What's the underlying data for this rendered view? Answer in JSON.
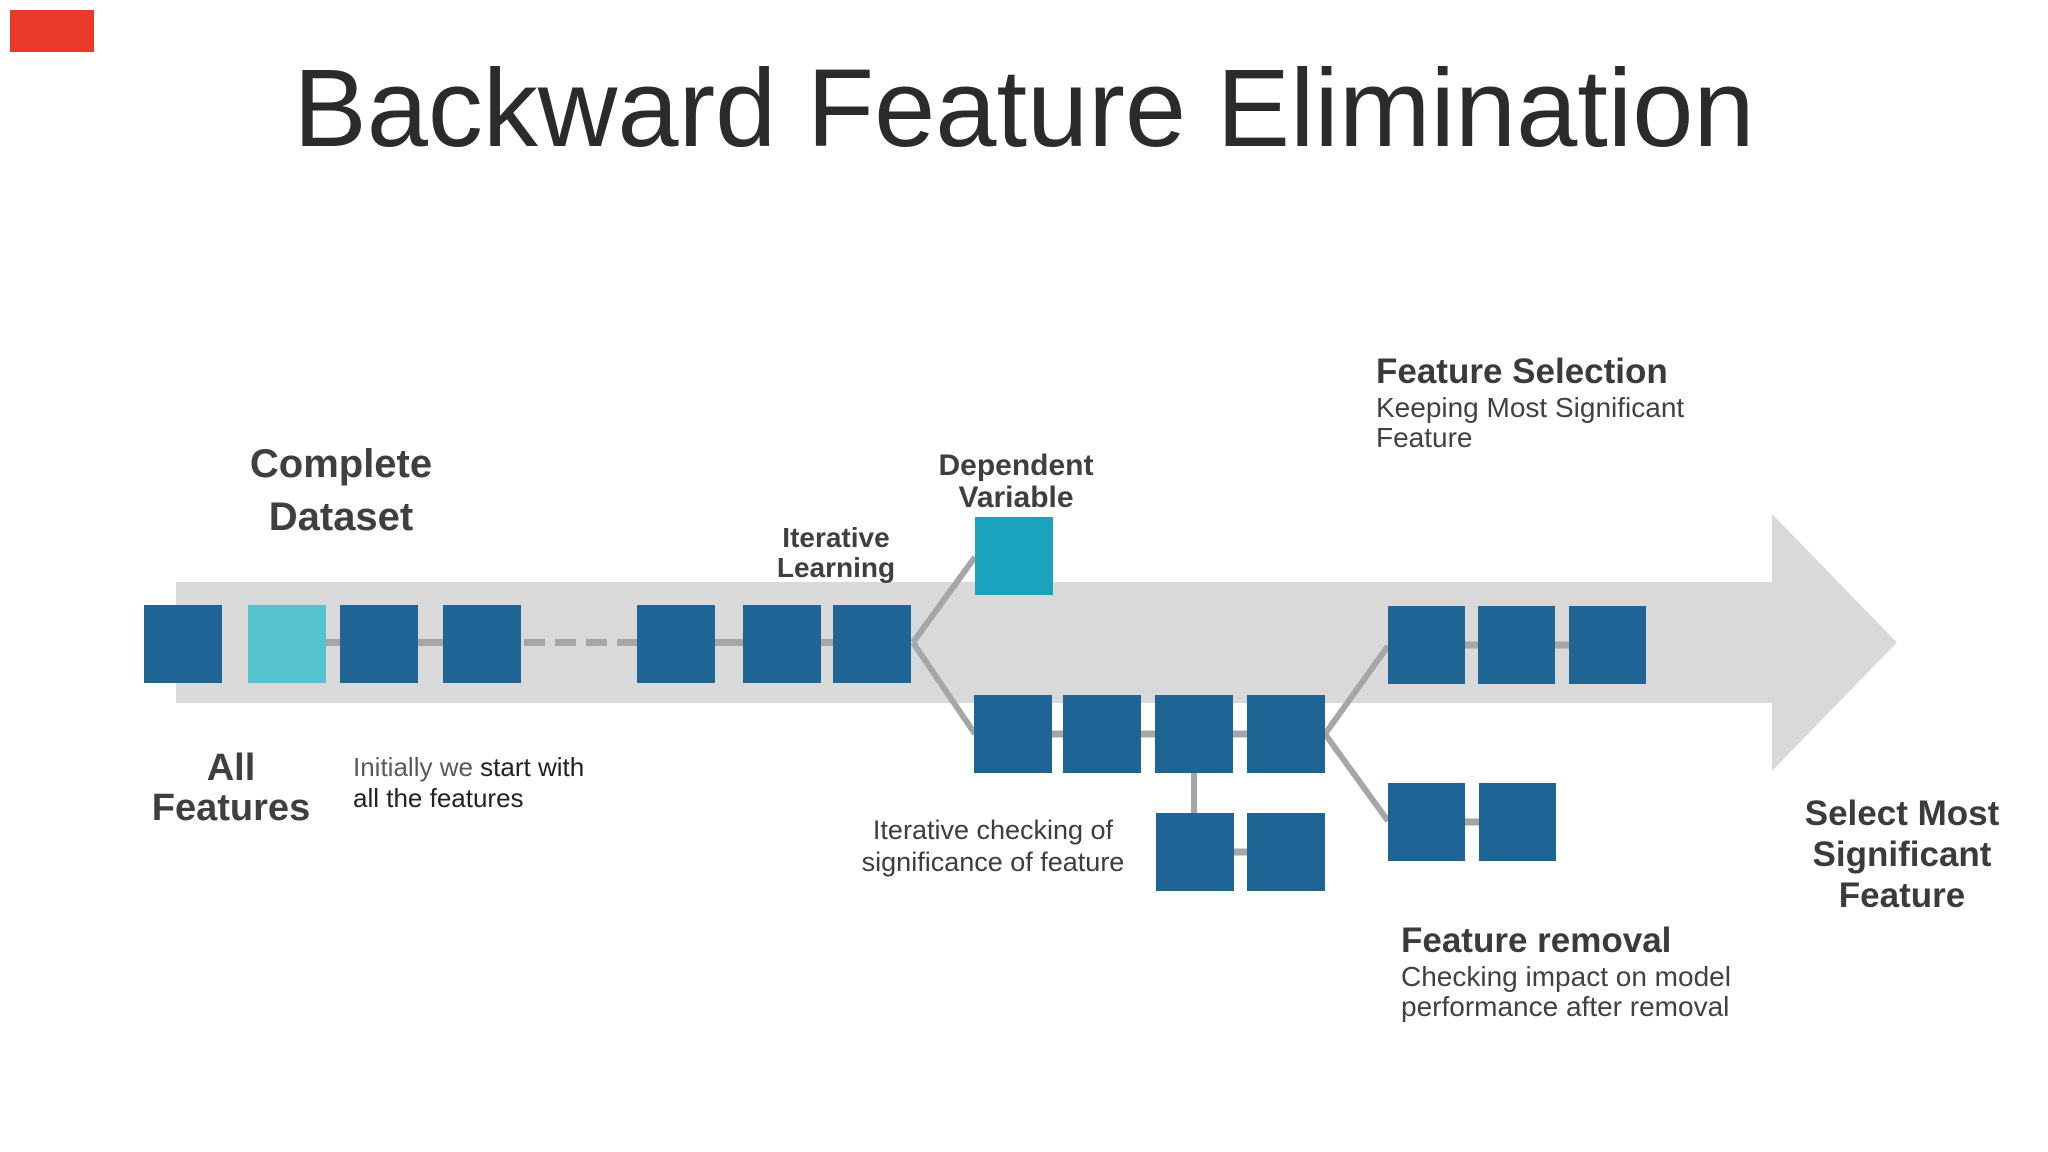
{
  "title": "Backward Feature Elimination",
  "labels": {
    "complete_dataset": {
      "line1": "Complete",
      "line2": "Dataset"
    },
    "all_features": {
      "line1": "All",
      "line2": "Features"
    },
    "initial_note": {
      "part1": "Initially we ",
      "part2": "start with",
      "line2": "all the features"
    },
    "iterative_learning": {
      "line1": "Iterative",
      "line2": "Learning"
    },
    "dependent_variable": {
      "line1": "Dependent",
      "line2": "Variable"
    },
    "iterative_checking": {
      "line1": "Iterative checking of",
      "line2": "significance of feature"
    },
    "feature_selection": {
      "heading": "Feature Selection",
      "line1": "Keeping Most Significant",
      "line2": "Feature"
    },
    "feature_removal": {
      "heading": "Feature removal",
      "line1": "Checking impact on model",
      "line2": "performance after removal"
    },
    "select_most": {
      "line1": "Select Most",
      "line2": "Significant",
      "line3": "Feature"
    }
  },
  "colors": {
    "feature_blue": "#1e6495",
    "highlight_teal": "#55c3ce",
    "dependent_teal": "#19a3bd",
    "band_gray": "#d9d9d9",
    "connector_gray": "#a6a6a6",
    "badge_red": "#ea3829",
    "title_text": "#2b2b2b",
    "label_text": "#3f3f3f"
  },
  "diagram": {
    "main_row_squares": 7,
    "highlighted_square_index": 2,
    "dependent_variable_squares": 1,
    "iteration_row_squares": 4,
    "reduced_pair_squares": 2,
    "selection_row_squares": 3,
    "removal_pair_squares": 2
  }
}
